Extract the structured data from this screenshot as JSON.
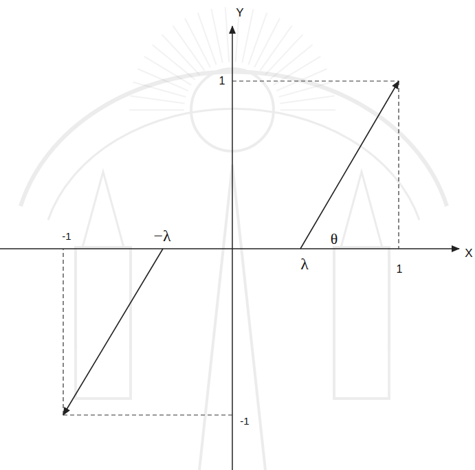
{
  "diagram": {
    "labels": [
      "Y",
      "X",
      "1",
      "-1",
      "-1",
      "−λ",
      "λ",
      "θ",
      "1"
    ]
  }
}
